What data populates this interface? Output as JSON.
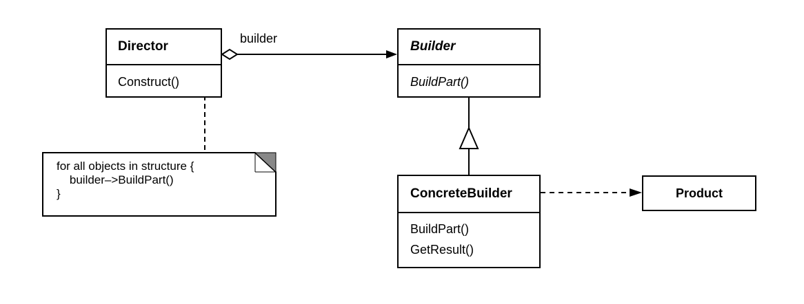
{
  "director": {
    "name": "Director",
    "operation": "Construct()"
  },
  "builder": {
    "name": "Builder",
    "operation": "BuildPart()"
  },
  "concrete_builder": {
    "name": "ConcreteBuilder",
    "operations": [
      "BuildPart()",
      "GetResult()"
    ]
  },
  "product": {
    "name": "Product"
  },
  "association": {
    "role": "builder"
  },
  "note": {
    "text": "for all objects in structure {\n    builder–>BuildPart()\n}"
  }
}
